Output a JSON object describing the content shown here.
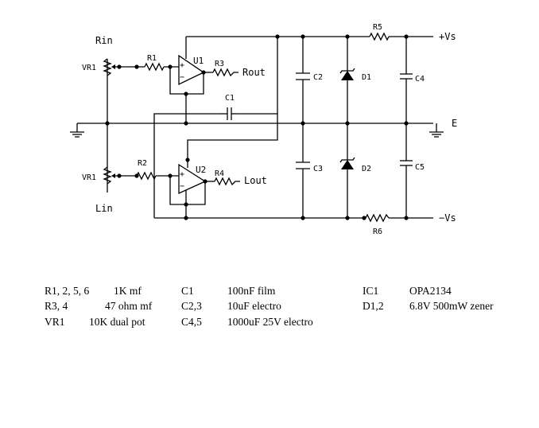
{
  "schematic": {
    "labels": {
      "rin": "Rin",
      "lin": "Lin",
      "vr1_top": "VR1",
      "vr1_bottom": "VR1",
      "r1": "R1",
      "r2": "R2",
      "r3": "R3",
      "r4": "R4",
      "r5": "R5",
      "r6": "R6",
      "u1": "U1",
      "u2": "U2",
      "c1": "C1",
      "c2": "C2",
      "c3": "C3",
      "c4": "C4",
      "c5": "C5",
      "d1": "D1",
      "d2": "D2",
      "rout": "Rout",
      "lout": "Lout",
      "vs_pos": "+Vs",
      "vs_neg": "−Vs",
      "ground": "E",
      "plus": "+",
      "minus": "−"
    }
  },
  "parts_list": {
    "rows": [
      [
        {
          "ref": "R1, 2, 5, 6",
          "value": "1K  mf"
        },
        {
          "ref": "C1",
          "value": "100nF film"
        },
        {
          "ref": "IC1",
          "value": "OPA2134"
        }
      ],
      [
        {
          "ref": "R3, 4",
          "value": "47 ohm  mf"
        },
        {
          "ref": "C2,3",
          "value": "10uF  electro"
        },
        {
          "ref": "D1,2",
          "value": "6.8V 500mW zener"
        }
      ],
      [
        {
          "ref": "VR1",
          "value": "10K dual pot"
        },
        {
          "ref": "C4,5",
          "value": "1000uF 25V electro"
        },
        {
          "ref": "",
          "value": ""
        }
      ]
    ]
  }
}
